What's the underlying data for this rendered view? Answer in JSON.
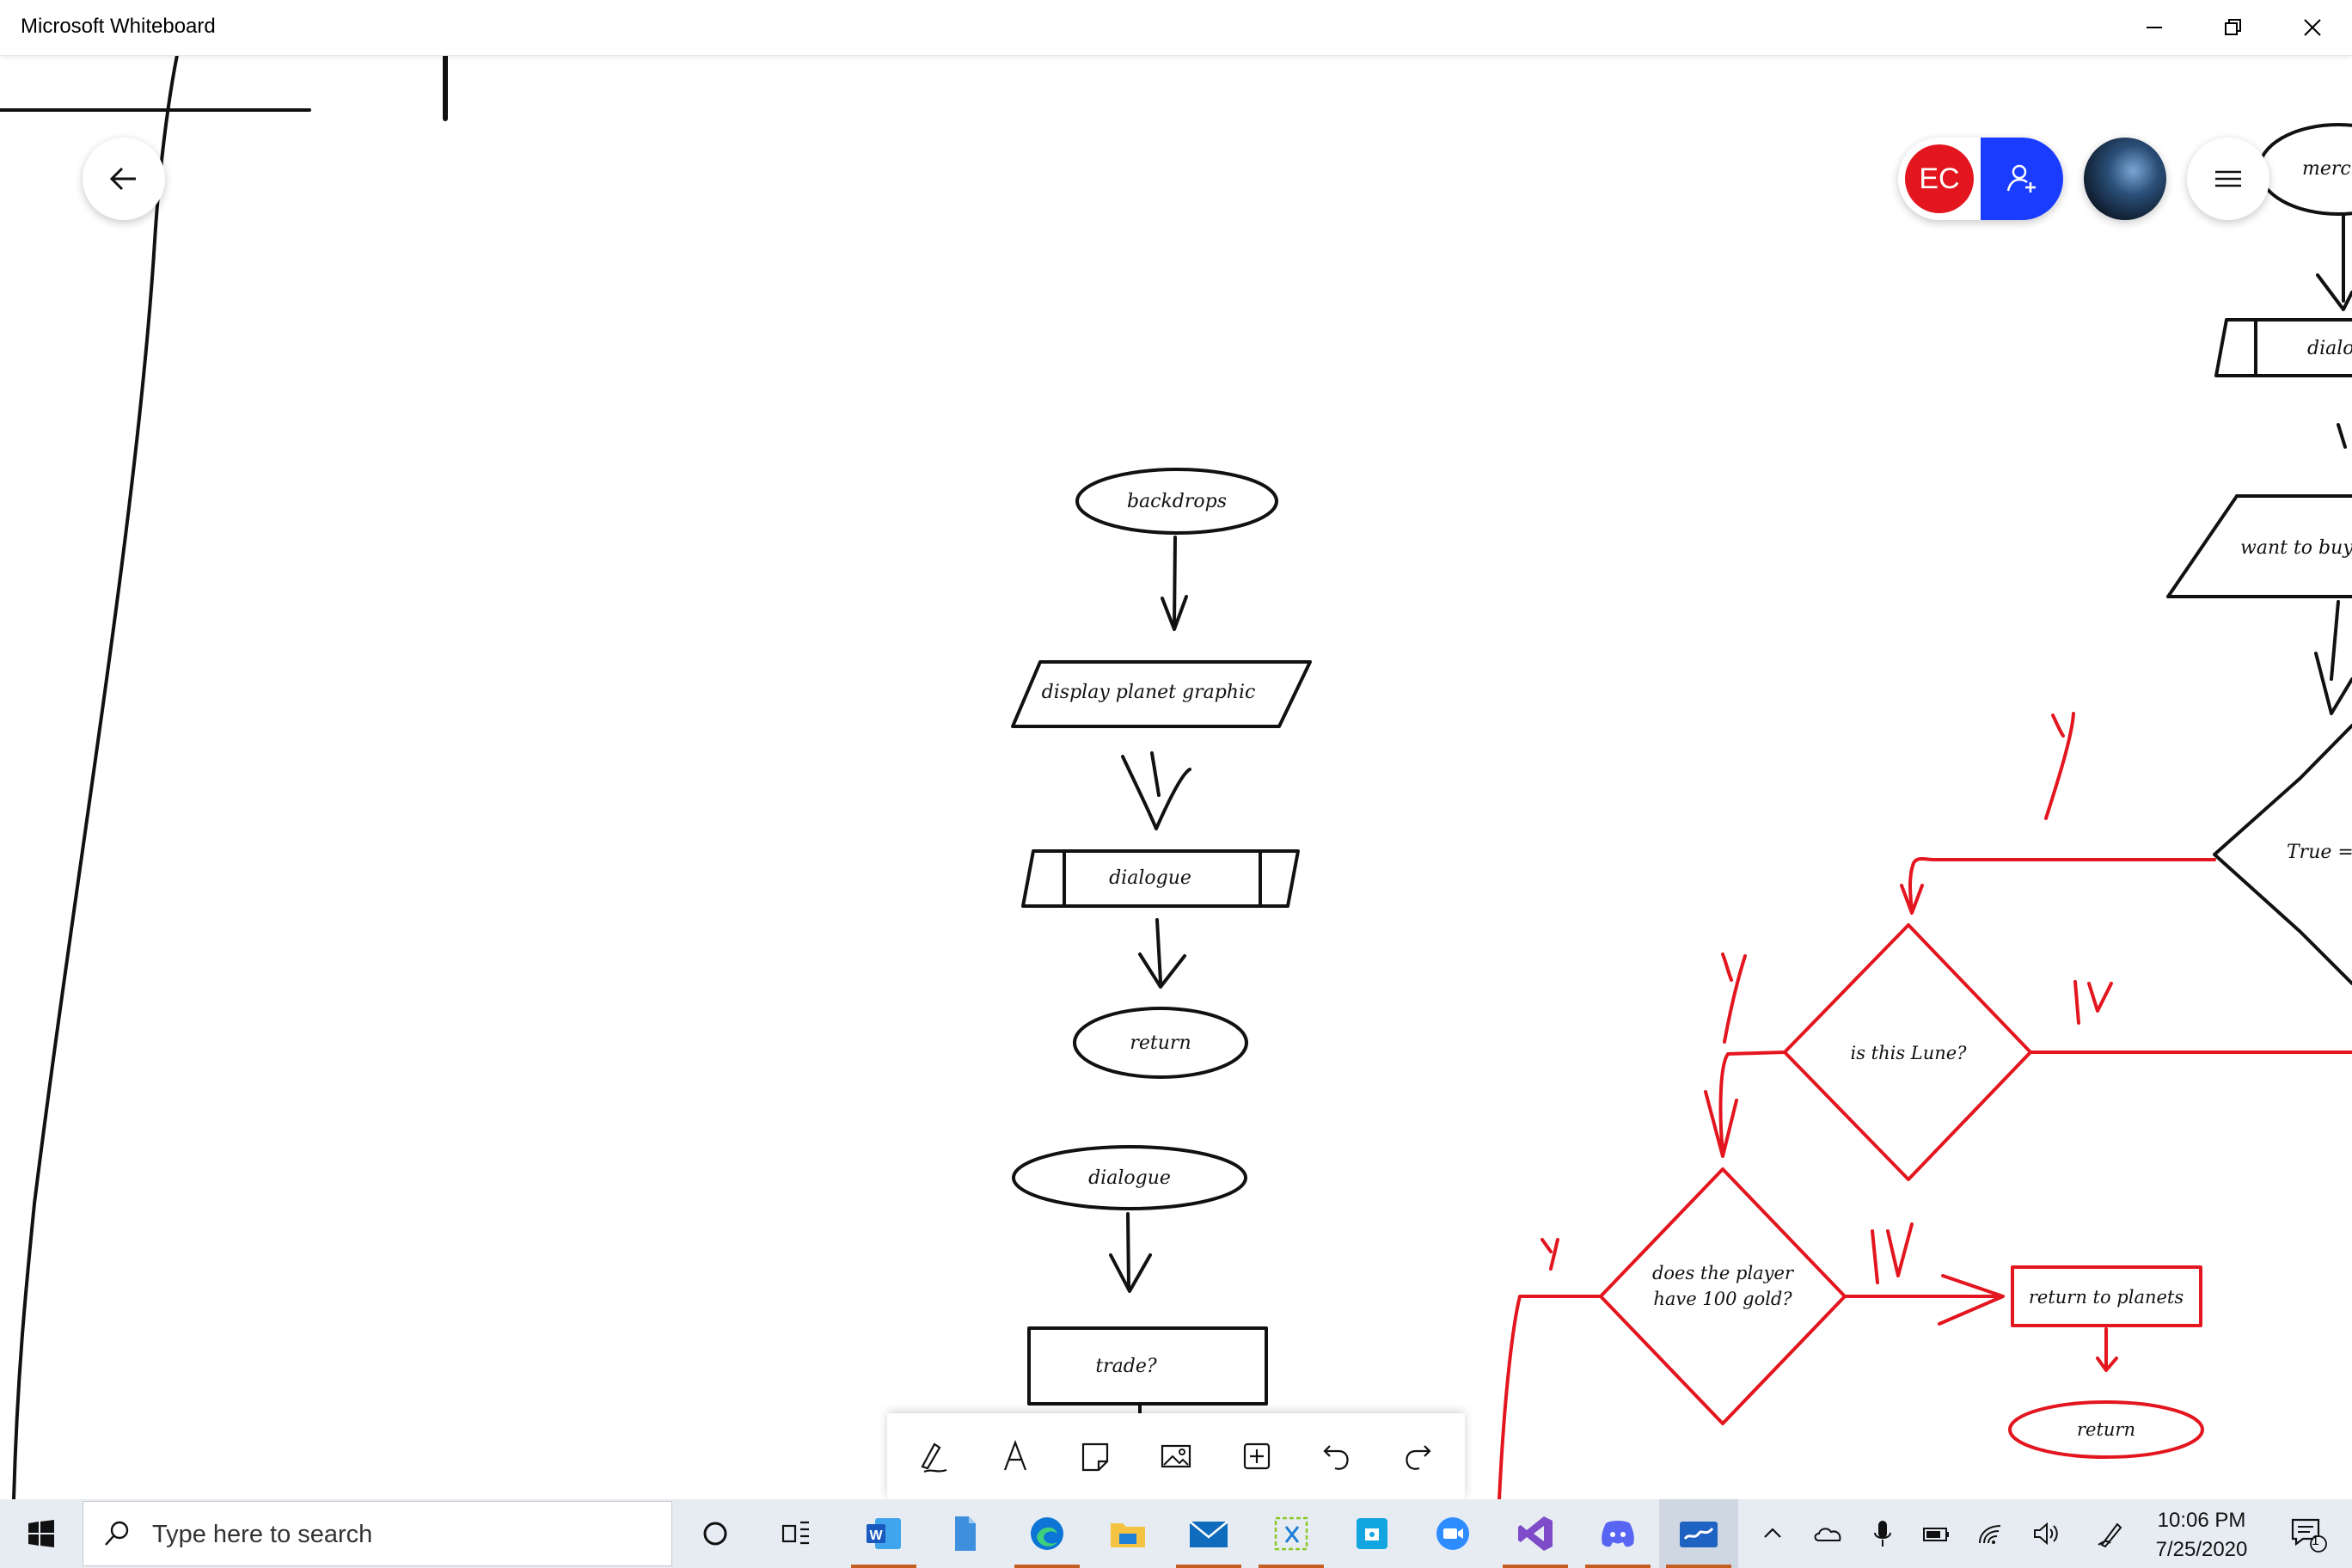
{
  "app": {
    "title": "Microsoft Whiteboard"
  },
  "window_controls": {
    "minimize_icon": "minimize-icon",
    "restore_icon": "restore-icon",
    "close_icon": "close-icon"
  },
  "top_controls": {
    "back_icon": "back-arrow-icon",
    "user_initials": "EC",
    "invite_icon": "add-person-icon",
    "menu_icon": "hamburger-icon"
  },
  "flowchart_left": {
    "start": "backdrops",
    "display": "display  planet graphic",
    "dialogue_box": "dialogue",
    "end": "return",
    "start2": "dialogue",
    "process": "trade?"
  },
  "flowchart_right_black": {
    "start": "merch",
    "dialogue_box": "dialo",
    "io": "want to buy",
    "decision": "True ="
  },
  "flowchart_red": {
    "decision_lune": "is this Lune?",
    "decision_gold_line1": "does the player",
    "decision_gold_line2": "have 100 gold?",
    "box_return_planets": "return to planets",
    "end_return": "return",
    "label_y": "Y",
    "label_n": "N"
  },
  "toolbar": {
    "tools": [
      "pen-icon",
      "text-icon",
      "sticky-note-icon",
      "image-icon",
      "insert-icon",
      "undo-icon",
      "redo-icon"
    ]
  },
  "taskbar": {
    "search_placeholder": "Type here to search",
    "apps": [
      "cortana",
      "task-view",
      "word",
      "file",
      "edge",
      "file-explorer",
      "mail",
      "snipping",
      "app-store",
      "zoom",
      "visual-studio",
      "discord",
      "whiteboard"
    ],
    "time": "10:06 PM",
    "date": "7/25/2020",
    "notification_count": "1"
  },
  "colors": {
    "ink_black": "#111111",
    "ink_red": "#e3161f",
    "invite_blue": "#1a3cff"
  }
}
